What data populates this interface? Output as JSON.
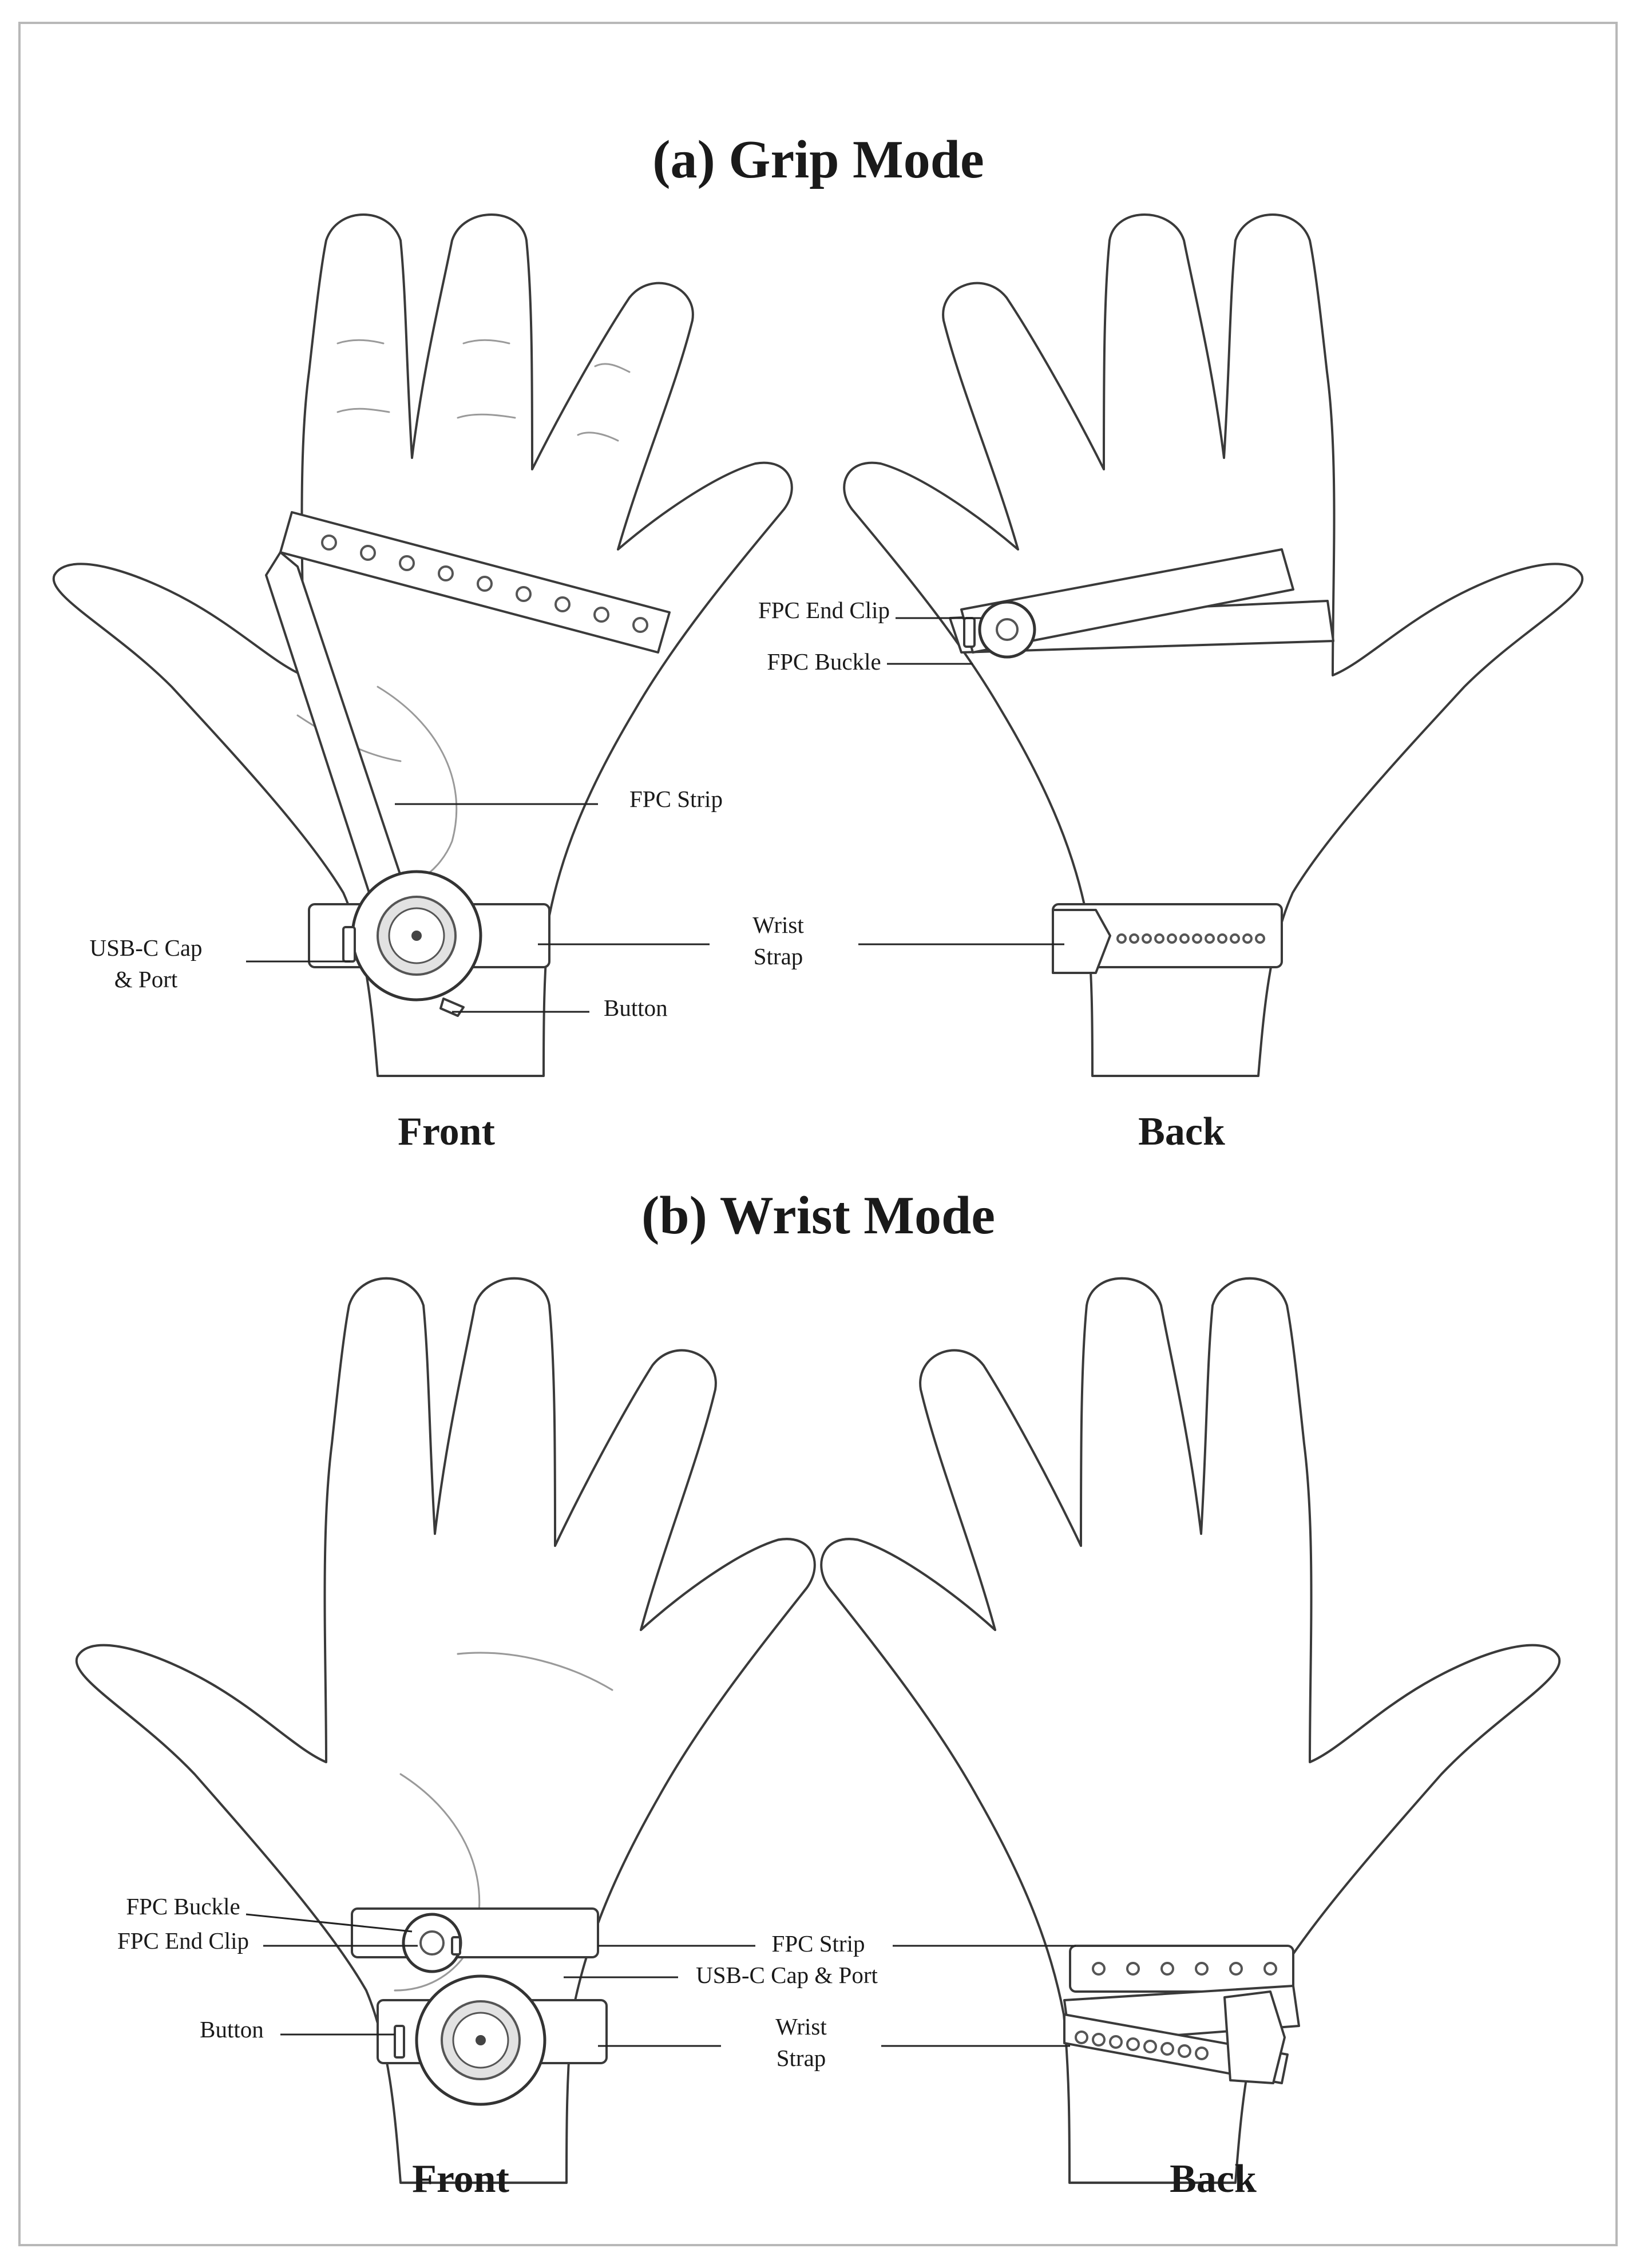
{
  "panels": [
    {
      "id": "grip",
      "title": "(a) Grip Mode",
      "views": {
        "front": "Front",
        "back": "Back"
      },
      "front_labels": {
        "fpc_strip": "FPC Strip",
        "usbc_line1": "USB-C Cap",
        "usbc_line2": "& Port",
        "wrist_line1": "Wrist",
        "wrist_line2": "Strap",
        "button": "Button"
      },
      "back_labels": {
        "fpc_end_clip": "FPC End Clip",
        "fpc_buckle": "FPC Buckle"
      }
    },
    {
      "id": "wrist",
      "title": "(b) Wrist Mode",
      "views": {
        "front": "Front",
        "back": "Back"
      },
      "front_labels": {
        "fpc_buckle": "FPC Buckle",
        "fpc_end_clip": "FPC End Clip",
        "button": "Button"
      },
      "back_labels": {
        "fpc_strip": "FPC Strip",
        "usbc": "USB-C Cap & Port",
        "wrist_line1": "Wrist",
        "wrist_line2": "Strap"
      }
    }
  ]
}
